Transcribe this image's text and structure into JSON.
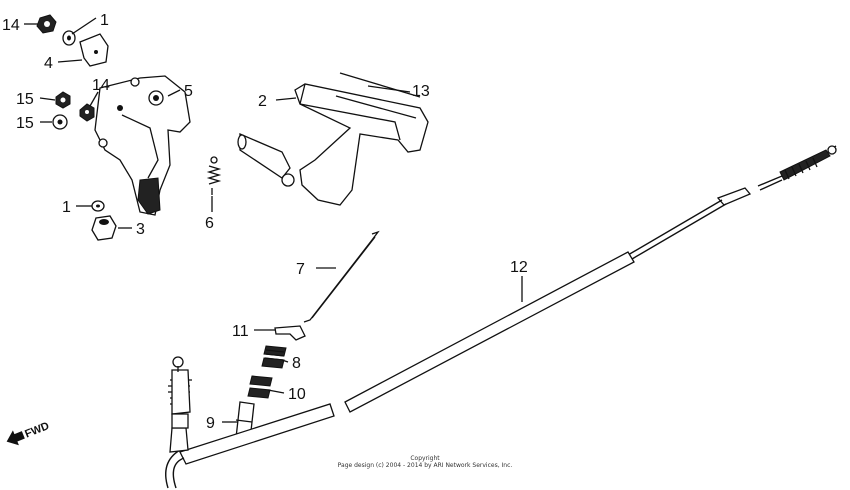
{
  "diagram": {
    "callouts": [
      {
        "id": "c14a",
        "text": "14"
      },
      {
        "id": "c1a",
        "text": "1"
      },
      {
        "id": "c4",
        "text": "4"
      },
      {
        "id": "c14b",
        "text": "14"
      },
      {
        "id": "c5",
        "text": "5"
      },
      {
        "id": "c15a",
        "text": "15"
      },
      {
        "id": "c15b",
        "text": "15"
      },
      {
        "id": "c1b",
        "text": "1"
      },
      {
        "id": "c3",
        "text": "3"
      },
      {
        "id": "c2",
        "text": "2"
      },
      {
        "id": "c13",
        "text": "13"
      },
      {
        "id": "c6",
        "text": "6"
      },
      {
        "id": "c7",
        "text": "7"
      },
      {
        "id": "c12",
        "text": "12"
      },
      {
        "id": "c11",
        "text": "11"
      },
      {
        "id": "c8",
        "text": "8"
      },
      {
        "id": "c10",
        "text": "10"
      },
      {
        "id": "c9",
        "text": "9"
      }
    ],
    "fwd_label": "FWD",
    "copyright_line1": "Copyright",
    "copyright_line2": "Page design (c) 2004 - 2014 by ARI Network Services, Inc."
  }
}
